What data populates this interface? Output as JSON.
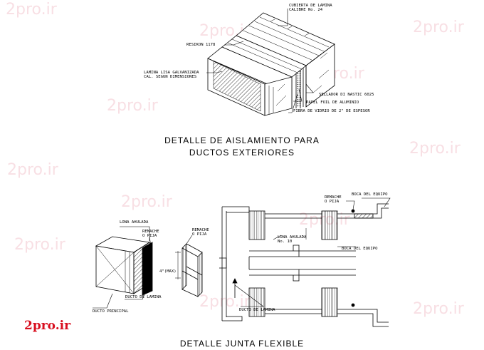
{
  "watermark": "2pro.ir",
  "brand_logo": "2pro.ir",
  "top_detail": {
    "labels": {
      "cubierta_1": "CUBIERTA DE LAMINA",
      "cubierta_2": "CALIBRE No. 24",
      "reskon": "RESIKON 1178",
      "lamina_1": "LAMINA LISA GALVANIZADA",
      "lamina_2": "CAL. SEGUN DIMENSIONES",
      "sellador": "SELLADOR DI NASTIC 6025",
      "papel": "PAPEL FOIL DE ALUMINIO",
      "fibra": "FIBRA DE VIDRIO DE 2\" DE ESPESOR"
    },
    "title_1": "DETALLE  DE  AISLAMIENTO  PARA",
    "title_2": "DUCTOS  EXTERIORES"
  },
  "bottom_detail": {
    "labels": {
      "lona_ahulada": "LONA AHULADA",
      "remache_l1": "REMACHE",
      "remache_l2": "O PIJA",
      "remache_m1": "REMACHE",
      "remache_m2": "O PIJA",
      "dim": "4\"(MAX)",
      "ducto_lamina_l": "DUCTO DE LAMINA",
      "ducto_principal": "DUCTO PRINCIPAL",
      "remache_r1": "REMACHE",
      "remache_r2": "O PIJA",
      "boca_top": "BOCA DEL EQUIPO",
      "lona_r1": "LONA AHULADA",
      "lona_r2": "No. 10",
      "boca_mid": "BOCA DEL EQUIPO",
      "ducto_lamina_r": "DUCTO DE LAMINA"
    },
    "title": "DETALLE  JUNTA  FLEXIBLE"
  }
}
